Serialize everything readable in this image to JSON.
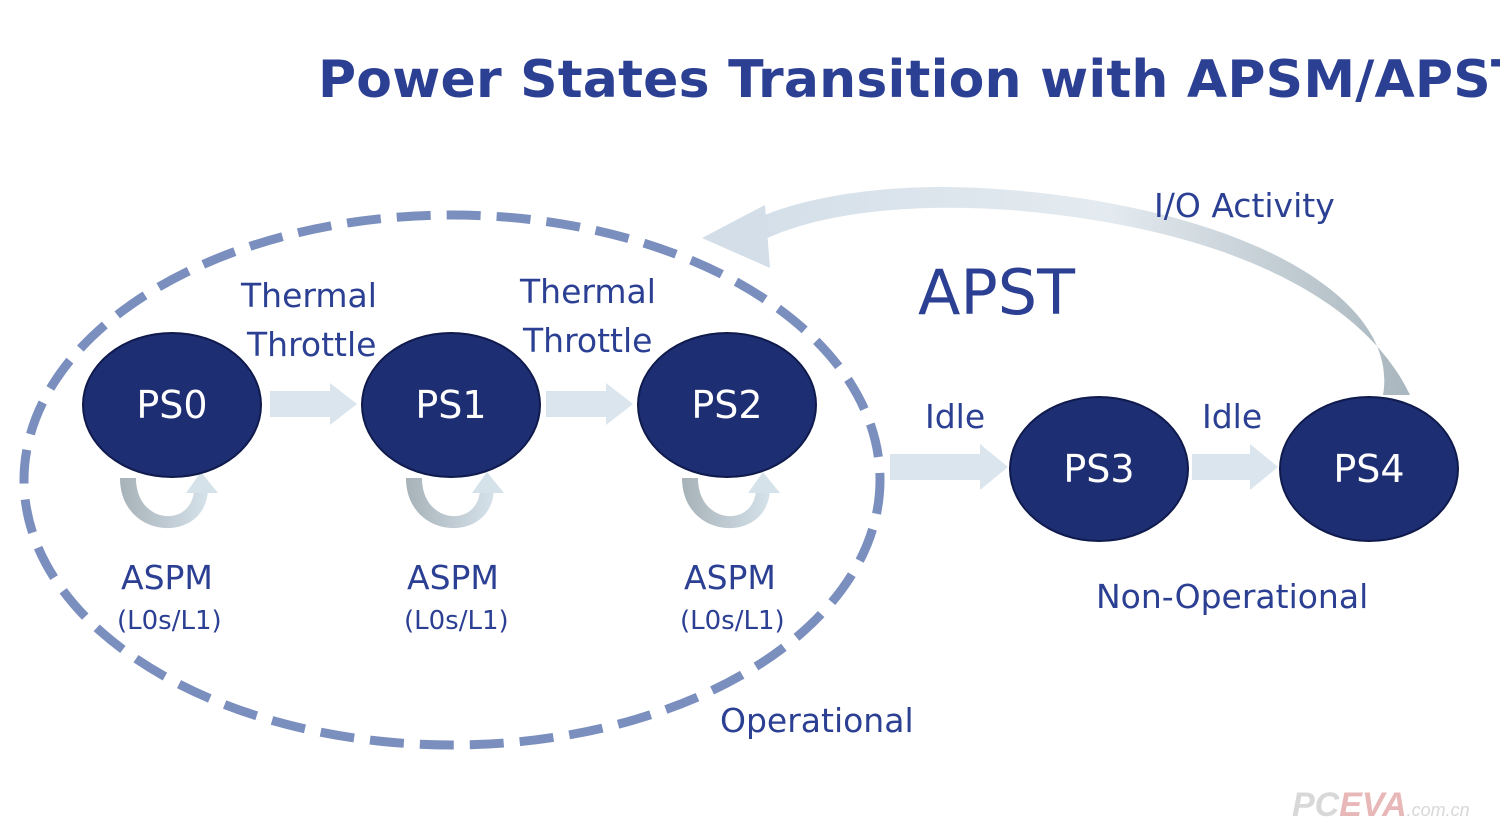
{
  "title": "Power States Transition with APSM/APST",
  "apst_label": "APST",
  "nodes": {
    "ps0": "PS0",
    "ps1": "PS1",
    "ps2": "PS2",
    "ps3": "PS3",
    "ps4": "PS4"
  },
  "transitions": {
    "ps0_ps1": {
      "line1": "Thermal",
      "line2": "Throttle"
    },
    "ps1_ps2": {
      "line1": "Thermal",
      "line2": "Throttle"
    },
    "ps2_ps3": "Idle",
    "ps3_ps4": "Idle",
    "ps4_loop": "I/O Activity"
  },
  "self_loops": [
    {
      "label": "ASPM",
      "sub": "(L0s/L1)"
    },
    {
      "label": "ASPM",
      "sub": "(L0s/L1)"
    },
    {
      "label": "ASPM",
      "sub": "(L0s/L1)"
    }
  ],
  "groups": {
    "operational": "Operational",
    "non_operational": "Non-Operational"
  },
  "watermark": {
    "pc": "PC",
    "eva": "EVA",
    "domain": ".com.cn"
  },
  "colors": {
    "text": "#2b3f93",
    "node_fill": "#1e2e72",
    "arrow_fill": "#dbe5ee",
    "dashed_ellipse": "#7b8fbf",
    "loop_gray": "#b9c4cb"
  }
}
